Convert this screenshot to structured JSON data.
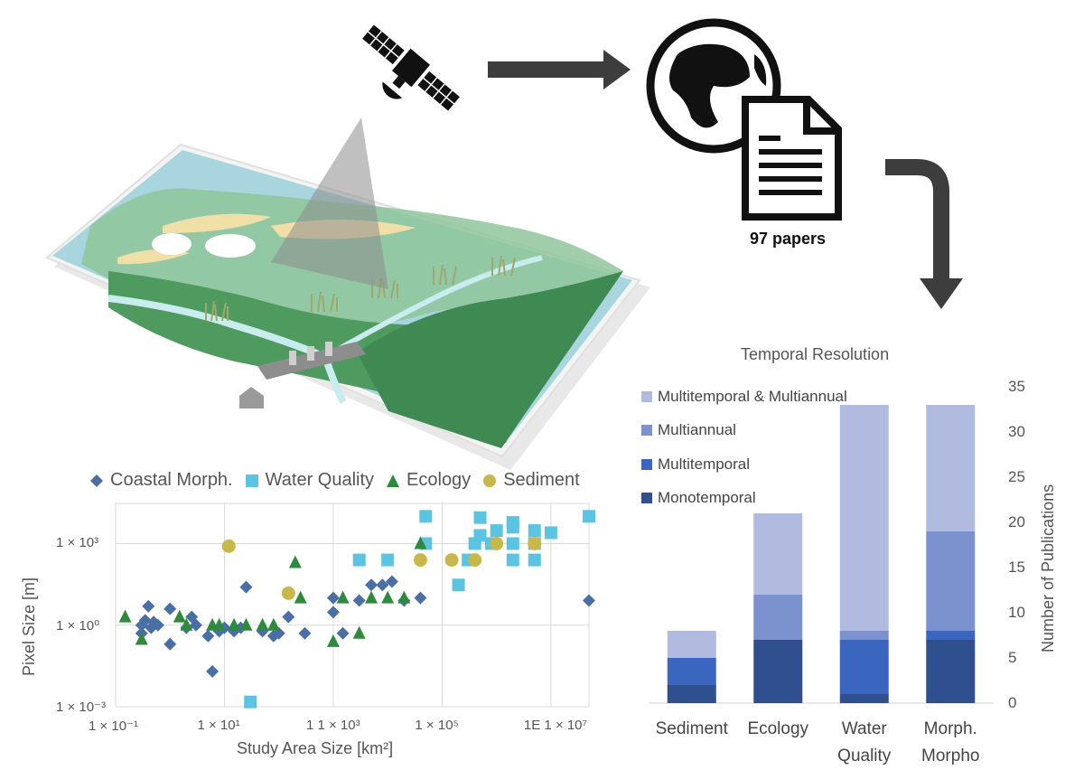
{
  "papers_label": "97 papers",
  "icons": [
    "satellite-icon",
    "globe-icon",
    "document-icon",
    "arrow-right-icon",
    "arrow-down-icon",
    "landscape-map-illustration"
  ],
  "colors": {
    "coastal": "#4a6fa5",
    "water": "#5bc4e3",
    "ecology": "#2e8b3e",
    "sediment": "#c8b84a",
    "mono": "#2f4f8f",
    "multitemporal": "#3a66c0",
    "multiannual": "#7b92cf",
    "both": "#b1bbdf"
  },
  "chart_data": [
    {
      "type": "scatter",
      "xlabel": "Study Area Size [km²]",
      "ylabel": "Pixel Size [m]",
      "xscale": "log",
      "yscale": "log",
      "xlim": [
        0.1,
        50000000
      ],
      "ylim": [
        0.001,
        30000
      ],
      "x_tick_labels": [
        "1 × 10⁻¹",
        "1 × 10¹",
        "1 1 × 10³",
        "1 × 10⁵",
        "1E 1 × 10⁷"
      ],
      "x_tick_values": [
        0.1,
        10,
        1000,
        100000,
        10000000
      ],
      "y_tick_labels": [
        "1 × 10³",
        "1 × 10⁰",
        "1 × 10⁻³"
      ],
      "y_tick_values": [
        1000,
        1,
        0.001
      ],
      "grid": true,
      "legend": "top",
      "series": [
        {
          "name": "Coastal Morph.",
          "points": [
            [
              0.3,
              1
            ],
            [
              0.35,
              1.5
            ],
            [
              0.4,
              5
            ],
            [
              0.45,
              0.8
            ],
            [
              0.5,
              1.3
            ],
            [
              0.6,
              1
            ],
            [
              0.3,
              0.5
            ],
            [
              1,
              0.2
            ],
            [
              1,
              4
            ],
            [
              2,
              0.8
            ],
            [
              2.5,
              2
            ],
            [
              3,
              1
            ],
            [
              5,
              0.4
            ],
            [
              6,
              0.02
            ],
            [
              8,
              0.6
            ],
            [
              10,
              0.8
            ],
            [
              15,
              0.6
            ],
            [
              20,
              0.8
            ],
            [
              25,
              25
            ],
            [
              50,
              0.6
            ],
            [
              80,
              0.4
            ],
            [
              100,
              0.5
            ],
            [
              150,
              2
            ],
            [
              300,
              0.5
            ],
            [
              1000,
              10
            ],
            [
              1000,
              3
            ],
            [
              1500,
              0.5
            ],
            [
              3000,
              8
            ],
            [
              5000,
              30
            ],
            [
              8000,
              30
            ],
            [
              12000,
              40
            ],
            [
              20000,
              8
            ],
            [
              40000,
              10
            ],
            [
              50000000,
              8
            ]
          ]
        },
        {
          "name": "Water Quality",
          "points": [
            [
              30,
              0.0015
            ],
            [
              3000,
              250
            ],
            [
              10000,
              250
            ],
            [
              50000,
              1000
            ],
            [
              50000,
              10000
            ],
            [
              200000,
              30
            ],
            [
              300000,
              250
            ],
            [
              400000,
              1000
            ],
            [
              500000,
              2000
            ],
            [
              500000,
              9000
            ],
            [
              800000,
              1000
            ],
            [
              1000000,
              3000
            ],
            [
              2000000,
              250
            ],
            [
              2000000,
              1000
            ],
            [
              2000000,
              4000
            ],
            [
              2000000,
              6000
            ],
            [
              5000000,
              250
            ],
            [
              5000000,
              1000
            ],
            [
              5000000,
              3000
            ],
            [
              10000000,
              2500
            ],
            [
              50000000,
              10000
            ]
          ]
        },
        {
          "name": "Ecology",
          "points": [
            [
              0.15,
              2
            ],
            [
              0.3,
              0.3
            ],
            [
              1.5,
              2
            ],
            [
              2,
              1
            ],
            [
              6,
              1
            ],
            [
              8,
              1
            ],
            [
              15,
              1
            ],
            [
              25,
              1
            ],
            [
              50,
              1
            ],
            [
              80,
              1
            ],
            [
              200,
              200
            ],
            [
              250,
              10
            ],
            [
              1000,
              0.25
            ],
            [
              1500,
              10
            ],
            [
              3000,
              0.5
            ],
            [
              5000,
              10
            ],
            [
              10000,
              10
            ],
            [
              20000,
              10
            ],
            [
              40000,
              1000
            ]
          ]
        },
        {
          "name": "Sediment",
          "points": [
            [
              12,
              800
            ],
            [
              150,
              15
            ],
            [
              40000,
              250
            ],
            [
              150000,
              250
            ],
            [
              400000,
              250
            ],
            [
              1000000,
              1000
            ],
            [
              5000000,
              1000
            ]
          ]
        }
      ]
    },
    {
      "type": "bar",
      "stacked": true,
      "title": "Temporal Resolution",
      "ylabel": "Number of Publications",
      "ylim": [
        0,
        35
      ],
      "y_ticks": [
        0,
        5,
        10,
        15,
        20,
        25,
        30,
        35
      ],
      "categories": [
        "Sediment",
        "Ecology",
        "Water Quality",
        "Morph. Morpho"
      ],
      "legend": "top-left",
      "series": [
        {
          "name": "Monotemporal",
          "values": [
            2,
            7,
            1,
            7
          ]
        },
        {
          "name": "Multitemporal",
          "values": [
            3,
            0,
            6,
            1
          ]
        },
        {
          "name": "Multiannual",
          "values": [
            0,
            5,
            1,
            11
          ]
        },
        {
          "name": "Multitemporal & Multiannual",
          "values": [
            3,
            9,
            25,
            14
          ]
        }
      ]
    }
  ]
}
